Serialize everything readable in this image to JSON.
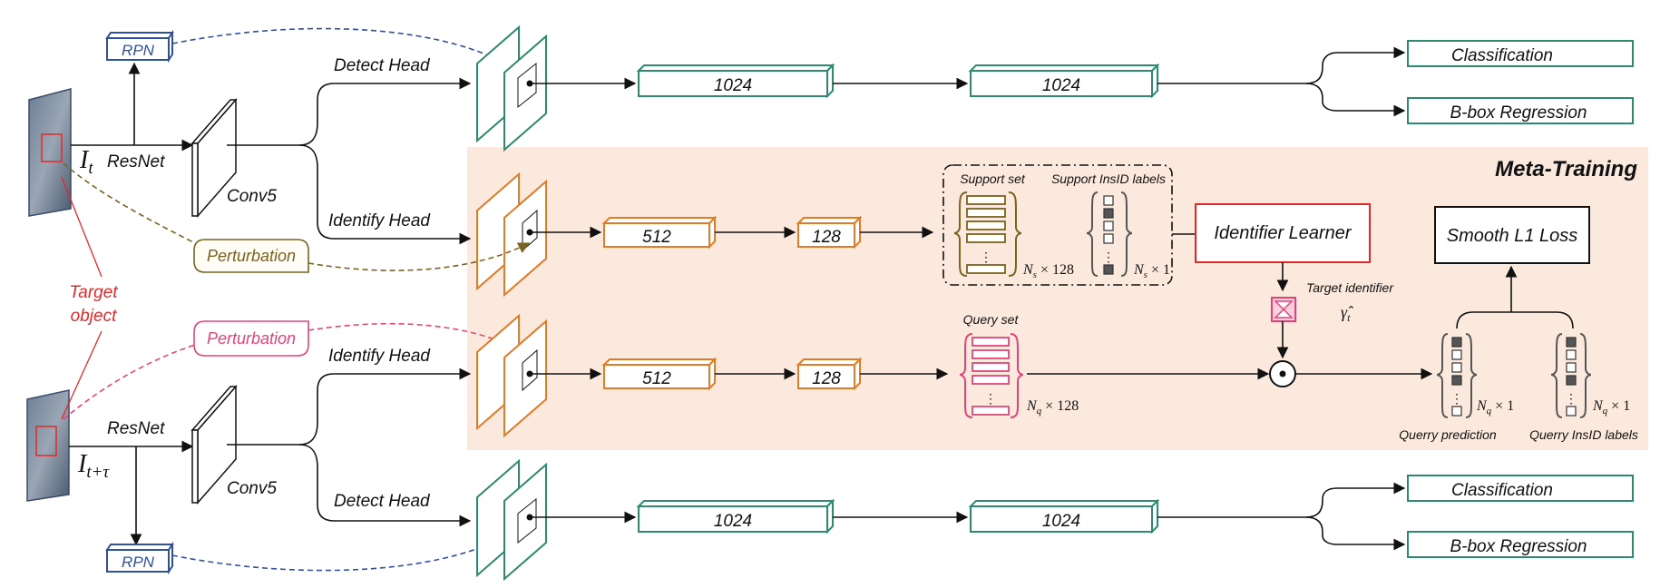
{
  "colors": {
    "green": "#2e8a6e",
    "orange": "#e07b28",
    "blue": "#2f4fa0",
    "pink": "#e0457a",
    "brown": "#7a6220",
    "red": "#e02a2a",
    "meta_bg": "#fbe9dd",
    "black": "#111111"
  },
  "labels": {
    "rpn": "RPN",
    "resnet": "ResNet",
    "conv5": "Conv5",
    "detect_head": "Detect Head",
    "identify_head": "Identify Head",
    "perturbation": "Perturbation",
    "target_object": [
      "Target",
      "object"
    ],
    "frame_t": "I",
    "frame_t_sub": "t",
    "frame_tt_sub": "t+τ",
    "fc_1024": "1024",
    "fc_512": "512",
    "fc_128": "128",
    "classification": "Classification",
    "bbox_regression": "B-box Regression",
    "meta_training": "Meta-Training",
    "support_set": "Support set",
    "support_labels": "Support InsID labels",
    "ns_128": "N",
    "ns_sub": "s",
    "times_128": " × 128",
    "times_1": " × 1",
    "nq_sub": "q",
    "query_set": "Query set",
    "identifier_learner": "Identifier Learner",
    "target_identifier": "Target identifier",
    "gamma": "γ̂",
    "gamma_sub": "t",
    "smooth_l1": "Smooth L1 Loss",
    "query_prediction": "Querry prediction",
    "query_labels": "Querry InsID labels",
    "dots": "⋮",
    "odot": "⊙"
  },
  "icons": {
    "target_identifier_icon": "pink-hourglass-square",
    "elementwise_product": "circled-dot"
  }
}
